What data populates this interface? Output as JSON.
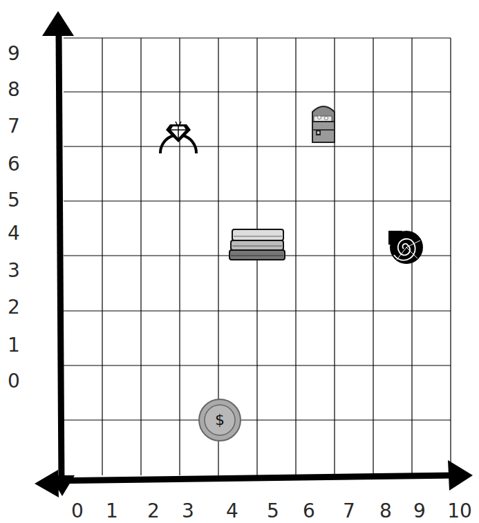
{
  "diagram": {
    "labels": [
      "9",
      "8",
      "7",
      "6",
      "5",
      "4",
      "3",
      "2",
      "1",
      "0",
      "0",
      "1",
      "2",
      "3",
      "4",
      "5",
      "6",
      "7",
      "8",
      "9",
      "10",
      "$"
    ]
  }
}
